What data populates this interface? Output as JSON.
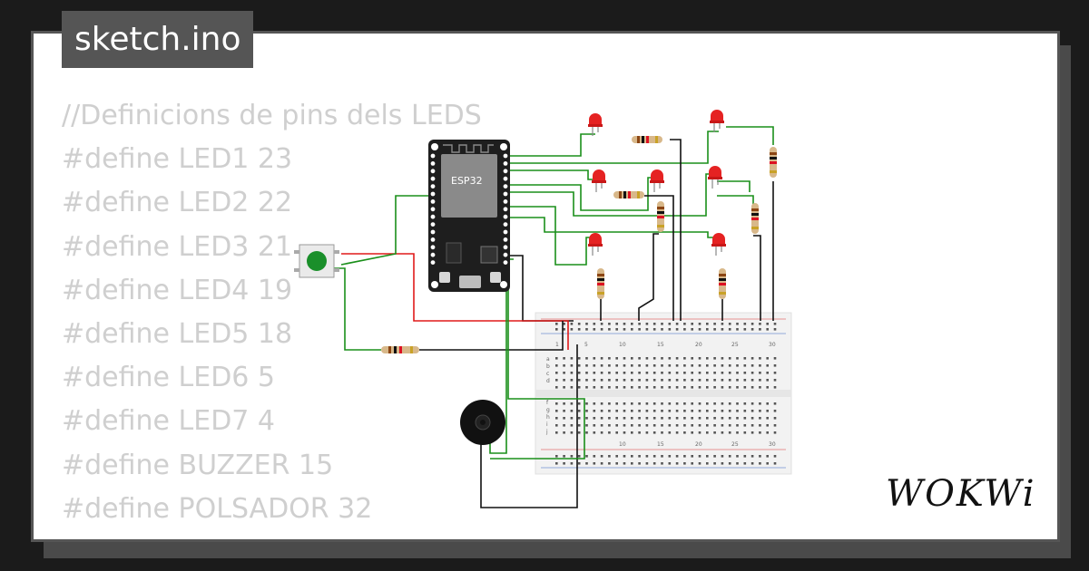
{
  "file_tab": {
    "label": "sketch.ino"
  },
  "code_lines": [
    "//Definicions de pins dels LEDS",
    "#define LED1 23",
    "#define LED2 22",
    "#define LED3 21",
    "#define LED4 19",
    "#define LED5 18",
    "#define LED6 5",
    "#define LED7 4",
    "#define BUZZER 15",
    "#define POLSADOR 32"
  ],
  "board": {
    "label": "ESP32"
  },
  "breadboard": {
    "column_numbers": [
      "1",
      "5",
      "10",
      "15",
      "20",
      "25",
      "30"
    ],
    "row_letters_top": [
      "a",
      "b",
      "c",
      "d",
      "e"
    ],
    "row_letters_bottom": [
      "f",
      "g",
      "h",
      "i",
      "j"
    ]
  },
  "logo": {
    "text": "WOKWi"
  },
  "colors": {
    "wire_green": "#1a8f1a",
    "wire_red": "#e01a1a",
    "wire_black": "#111111",
    "led_red": "#e52222",
    "button_green": "#1a8f2a",
    "board_black": "#1e1e1e"
  }
}
